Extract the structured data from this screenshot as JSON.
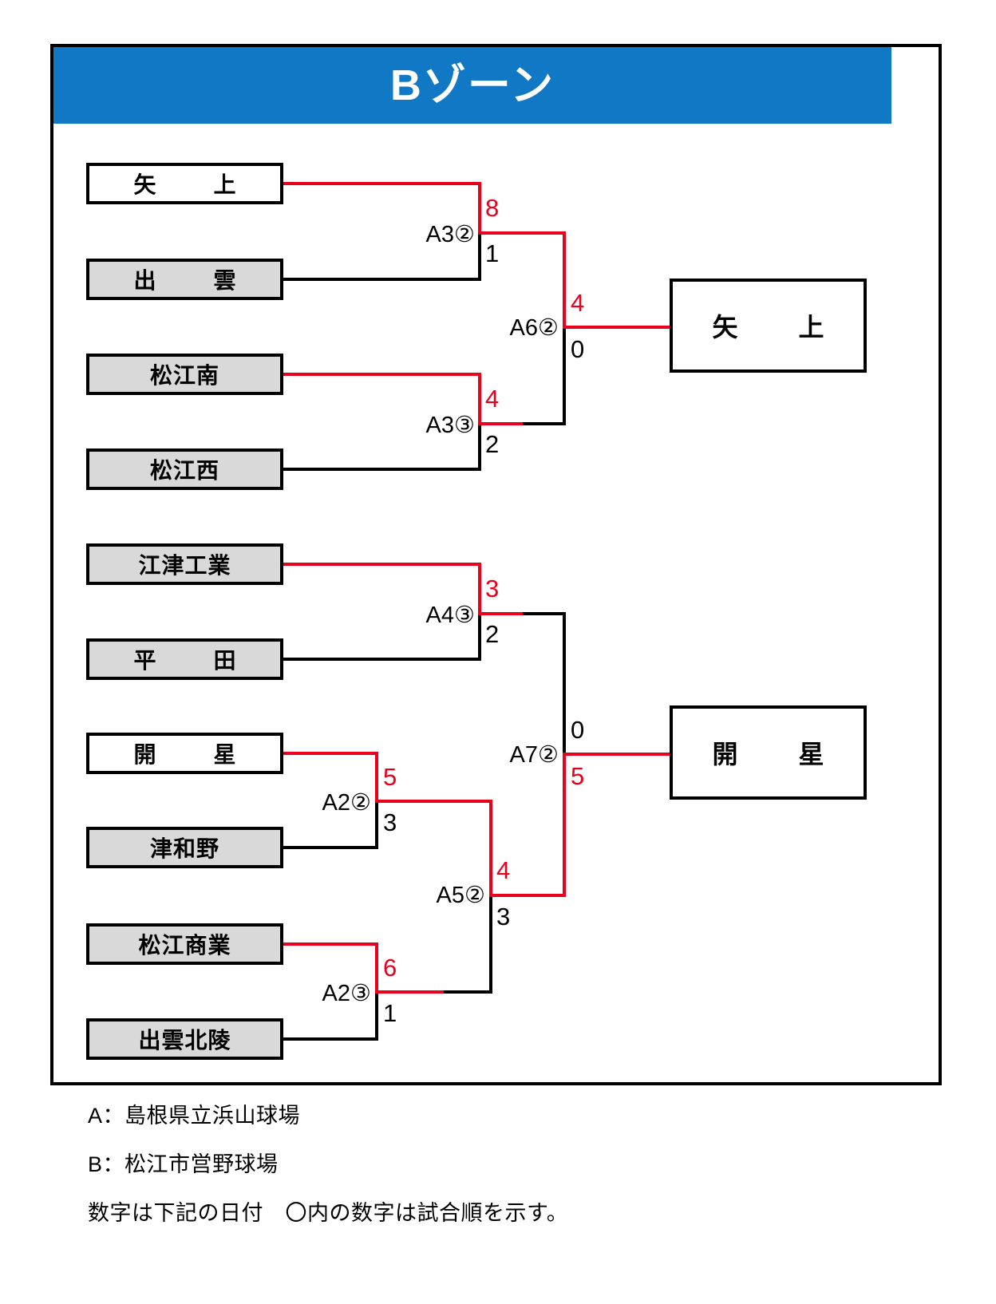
{
  "header": {
    "title": "Bゾーン",
    "bg_color": "#1078c4",
    "text_color": "#ffffff"
  },
  "colors": {
    "winner_line": "#e8001c",
    "loser_line": "#000000",
    "shaded_team_bg": "#d9d9d9"
  },
  "teams": {
    "yagami_1": "矢　上",
    "izumo": "出　雲",
    "matsue_minami": "松江南",
    "matsue_nishi": "松江西",
    "gotsu_kogyo": "江津工業",
    "hirata": "平　田",
    "kaisei_1": "開　星",
    "tsuwano": "津和野",
    "matsue_shogyo": "松江商業",
    "izumo_hokuryo": "出雲北陵"
  },
  "winners": {
    "top": "矢　上",
    "bottom": "開　星"
  },
  "matches": [
    {
      "id": "A3-2",
      "label": "A3②",
      "top_team": "矢　上",
      "bottom_team": "出　雲",
      "top_score": "8",
      "bottom_score": "1",
      "winner": "top"
    },
    {
      "id": "A3-3",
      "label": "A3③",
      "top_team": "松江南",
      "bottom_team": "松江西",
      "top_score": "4",
      "bottom_score": "2",
      "winner": "top"
    },
    {
      "id": "A6-2",
      "label": "A6②",
      "top_team": "矢　上",
      "bottom_team": "松江南",
      "top_score": "4",
      "bottom_score": "0",
      "winner": "top"
    },
    {
      "id": "A4-3",
      "label": "A4③",
      "top_team": "江津工業",
      "bottom_team": "平　田",
      "top_score": "3",
      "bottom_score": "2",
      "winner": "top"
    },
    {
      "id": "A2-2",
      "label": "A2②",
      "top_team": "開　星",
      "bottom_team": "津和野",
      "top_score": "5",
      "bottom_score": "3",
      "winner": "top"
    },
    {
      "id": "A2-3",
      "label": "A2③",
      "top_team": "松江商業",
      "bottom_team": "出雲北陵",
      "top_score": "6",
      "bottom_score": "1",
      "winner": "top"
    },
    {
      "id": "A5-2",
      "label": "A5②",
      "top_team": "開　星",
      "bottom_team": "松江商業",
      "top_score": "4",
      "bottom_score": "3",
      "winner": "top"
    },
    {
      "id": "A7-2",
      "label": "A7②",
      "top_team": "江津工業",
      "bottom_team": "開　星",
      "top_score": "0",
      "bottom_score": "5",
      "winner": "bottom"
    }
  ],
  "notes": [
    "A：島根県立浜山球場",
    "B：松江市営野球場",
    "数字は下記の日付　〇内の数字は試合順を示す。"
  ]
}
